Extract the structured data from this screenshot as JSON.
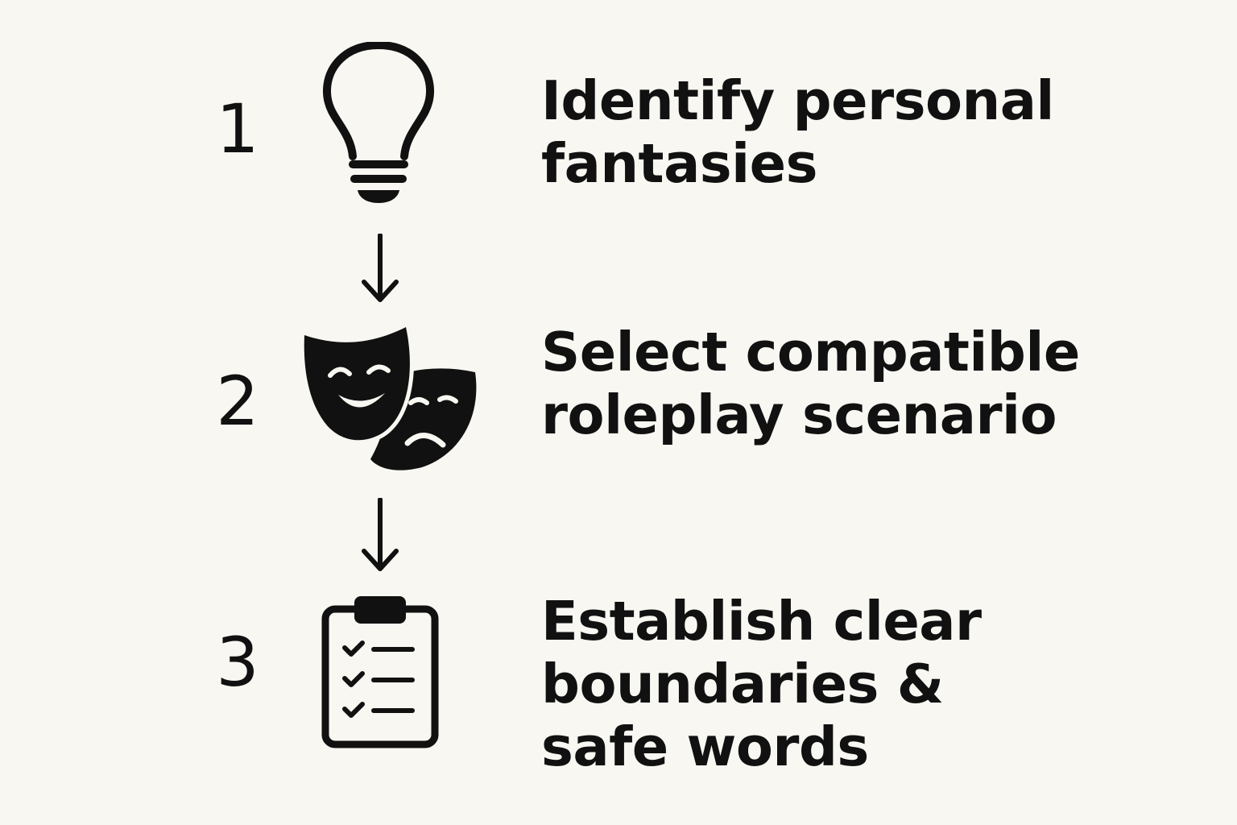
{
  "steps": [
    {
      "number": "1",
      "icon": "lightbulb-icon",
      "text_lines": [
        "Identify personal",
        "fantasies"
      ]
    },
    {
      "number": "2",
      "icon": "theater-masks-icon",
      "text_lines": [
        "Select compatible",
        "roleplay scenario"
      ]
    },
    {
      "number": "3",
      "icon": "clipboard-checklist-icon",
      "text_lines": [
        "Establish clear",
        "boundaries &",
        "safe words"
      ]
    }
  ],
  "colors": {
    "background": "#f9f7f2",
    "foreground": "#111111"
  }
}
